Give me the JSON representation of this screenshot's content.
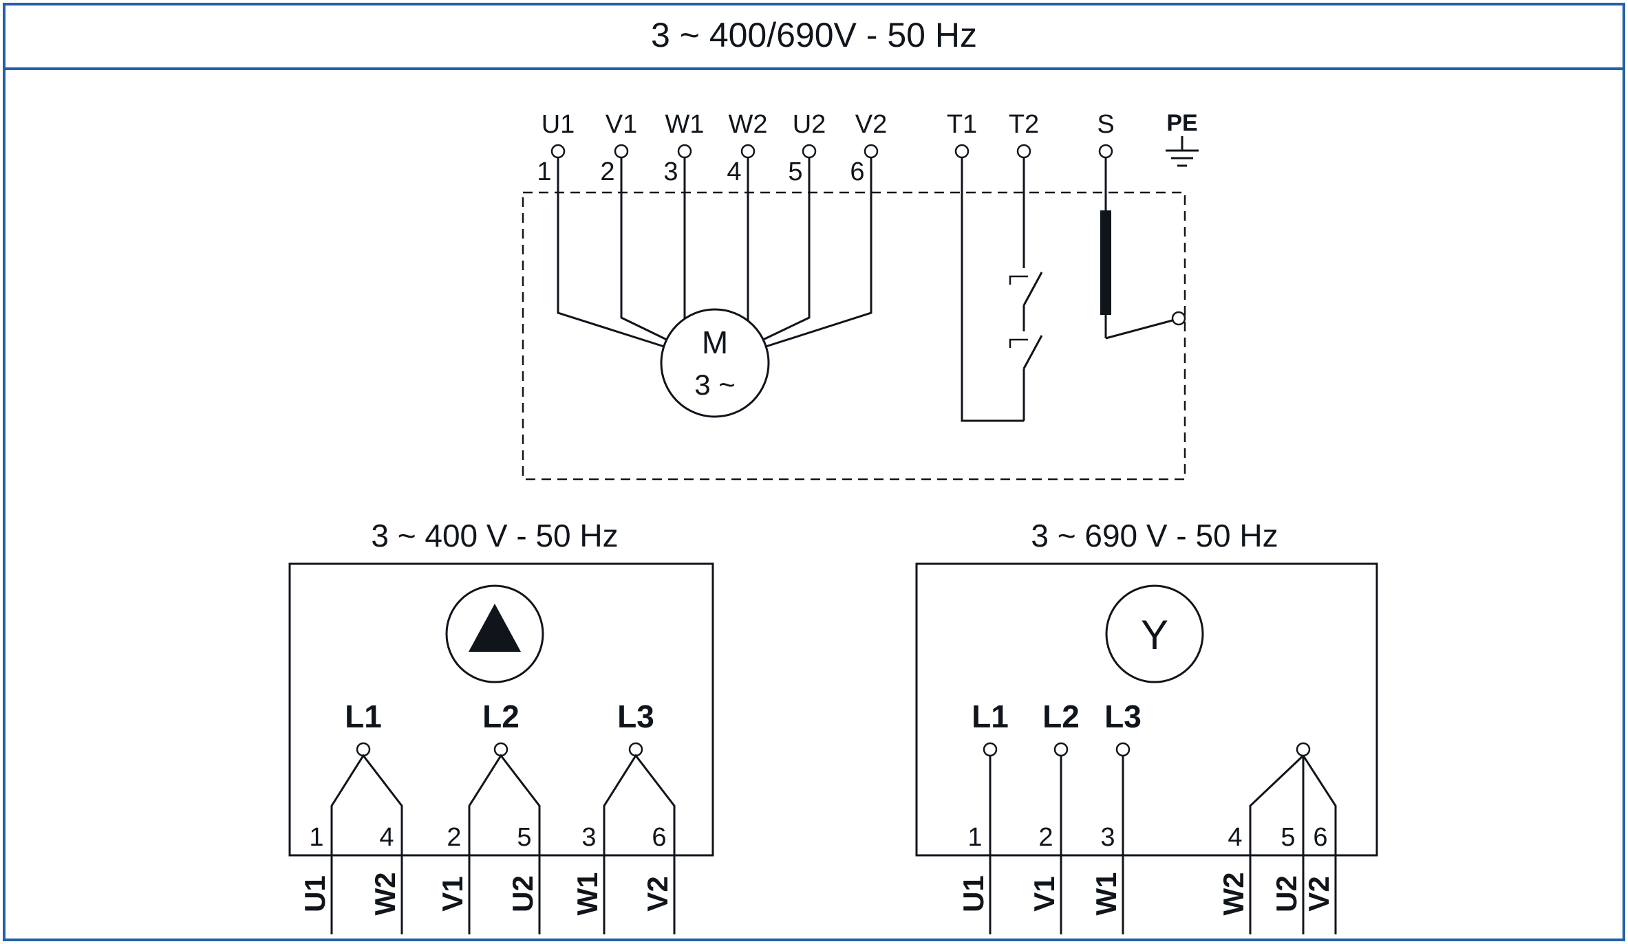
{
  "header": {
    "title": "3 ~ 400/690V - 50 Hz"
  },
  "main_diagram": {
    "motor": {
      "label": "M",
      "phase_label": "3 ~"
    },
    "terminals": [
      {
        "label": "U1",
        "number": "1"
      },
      {
        "label": "V1",
        "number": "2"
      },
      {
        "label": "W1",
        "number": "3"
      },
      {
        "label": "W2",
        "number": "4"
      },
      {
        "label": "U2",
        "number": "5"
      },
      {
        "label": "V2",
        "number": "6"
      }
    ],
    "thermal_terminals": [
      {
        "label": "T1"
      },
      {
        "label": "T2"
      }
    ],
    "sensor_terminal": {
      "label": "S"
    },
    "earth_terminal": {
      "label": "PE"
    }
  },
  "delta_connection": {
    "title": "3 ~ 400 V - 50 Hz",
    "phases": [
      "L1",
      "L2",
      "L3"
    ],
    "terminal_numbers": [
      "1",
      "4",
      "2",
      "5",
      "3",
      "6"
    ],
    "winding_labels": [
      "U1",
      "W2",
      "V1",
      "U2",
      "W1",
      "V2"
    ]
  },
  "star_connection": {
    "title": "3 ~ 690 V - 50 Hz",
    "symbol": "Y",
    "phases": [
      "L1",
      "L2",
      "L3"
    ],
    "terminal_numbers": [
      "1",
      "2",
      "3",
      "4",
      "5",
      "6"
    ],
    "winding_labels": [
      "U1",
      "V1",
      "W1",
      "W2",
      "U2",
      "V2"
    ]
  }
}
